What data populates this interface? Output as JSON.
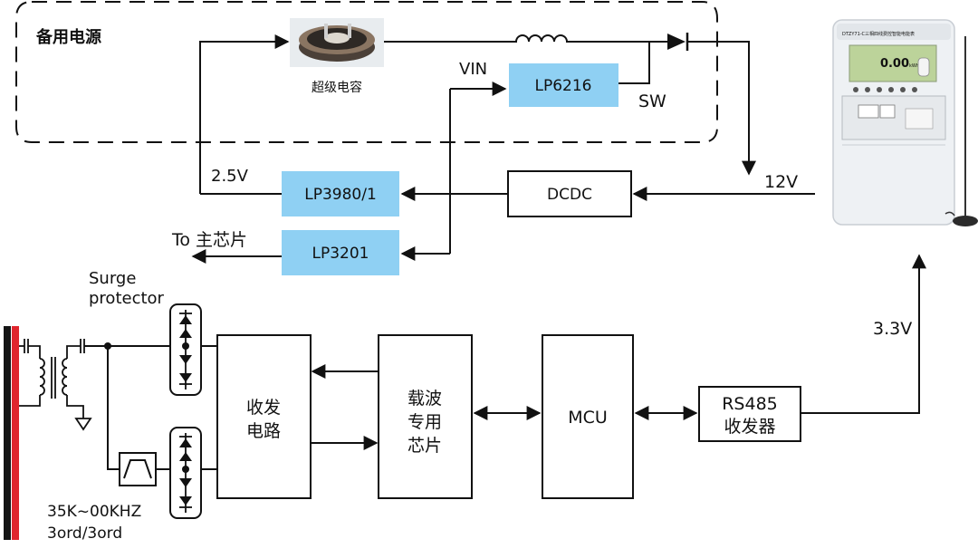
{
  "labels": {
    "backup_power": "备用电源",
    "supercap": "超级电容",
    "vin": "VIN",
    "sw": "SW",
    "v25": "2.5V",
    "v12": "12V",
    "to_main": "To 主芯片",
    "surge_line1": "Surge",
    "surge_line2": "protector",
    "v33": "3.3V",
    "filter_line1": "35K~00KHZ",
    "filter_line2": "3ord/3ord"
  },
  "blocks": {
    "lp6216": "LP6216",
    "lp3980": "LP3980/1",
    "dcdc": "DCDC",
    "lp3201": "LP3201",
    "txrx_1": "收发",
    "txrx_2": "电路",
    "carrier_1": "载波",
    "carrier_2": "专用",
    "carrier_3": "芯片",
    "mcu": "MCU",
    "rs485_1": "RS485",
    "rs485_2": "收发器"
  },
  "meter": {
    "model": "DTZY71-C三相四线费控智能电能表",
    "display_value": "0.00",
    "display_unit": "kWh"
  },
  "colors": {
    "ldo_fill": "#8fd0f3",
    "line": "#111111",
    "busbar_red": "#e0262e",
    "busbar_black": "#151515",
    "lcd": "#bcd39a"
  }
}
